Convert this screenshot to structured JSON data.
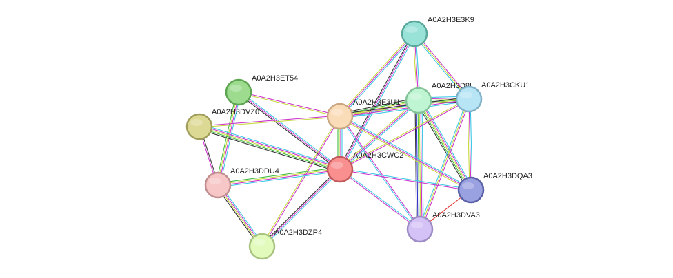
{
  "graph": {
    "nodes": [
      {
        "id": "A0A2H3E3K9",
        "label": "A0A2H3E3K9",
        "fill": "#99e2d8",
        "stroke": "#5aa79b"
      },
      {
        "id": "A0A2H3D8L",
        "label": "A0A2H3D8L",
        "fill": "#bff5d2",
        "stroke": "#84c39a"
      },
      {
        "id": "A0A2H3CKU1",
        "label": "A0A2H3CKU1",
        "fill": "#b7e5f6",
        "stroke": "#7fb0c6"
      },
      {
        "id": "A0A2H3ET54",
        "label": "A0A2H3ET54",
        "fill": "#9ddc8e",
        "stroke": "#5ea552"
      },
      {
        "id": "A0A2H3E3U1",
        "label": "A0A2H3E3U1",
        "fill": "#fbdcb9",
        "stroke": "#c9a680"
      },
      {
        "id": "A0A2H3DVZ0",
        "label": "A0A2H3DVZ0",
        "fill": "#dcd994",
        "stroke": "#a09d5a"
      },
      {
        "id": "A0A2H3CWC2",
        "label": "A0A2H3CWC2",
        "fill": "#f98f8f",
        "stroke": "#c15a5a"
      },
      {
        "id": "A0A2H3DDU4",
        "label": "A0A2H3DDU4",
        "fill": "#f7c6c6",
        "stroke": "#c08e8e"
      },
      {
        "id": "A0A2H3DQA3",
        "label": "A0A2H3DQA3",
        "fill": "#9aa1e0",
        "stroke": "#5a60a6"
      },
      {
        "id": "A0A2H3DVA3",
        "label": "A0A2H3DVA3",
        "fill": "#d4c2f6",
        "stroke": "#9d8cc4"
      },
      {
        "id": "A0A2H3DZP4",
        "label": "A0A2H3DZP4",
        "fill": "#e2fbbc",
        "stroke": "#a8c27f"
      }
    ],
    "edge_colors": {
      "cyan": "#3ec8e6",
      "magenta": "#cc33cc",
      "yellow": "#c8d83e",
      "green": "#44bb44",
      "blue": "#3333cc",
      "black": "#333333",
      "red": "#e03030"
    },
    "edges": [
      {
        "source": "A0A2H3E3K9",
        "target": "A0A2H3D8L",
        "types": [
          "cyan",
          "magenta",
          "yellow"
        ]
      },
      {
        "source": "A0A2H3E3K9",
        "target": "A0A2H3CKU1",
        "types": [
          "magenta",
          "yellow",
          "cyan"
        ]
      },
      {
        "source": "A0A2H3E3K9",
        "target": "A0A2H3E3U1",
        "types": [
          "cyan",
          "magenta",
          "yellow"
        ]
      },
      {
        "source": "A0A2H3E3K9",
        "target": "A0A2H3CWC2",
        "types": [
          "cyan",
          "magenta",
          "black"
        ]
      },
      {
        "source": "A0A2H3D8L",
        "target": "A0A2H3CKU1",
        "types": [
          "cyan",
          "magenta",
          "yellow",
          "green",
          "black"
        ]
      },
      {
        "source": "A0A2H3D8L",
        "target": "A0A2H3E3U1",
        "types": [
          "cyan",
          "magenta",
          "yellow",
          "green",
          "black"
        ]
      },
      {
        "source": "A0A2H3D8L",
        "target": "A0A2H3CWC2",
        "types": [
          "cyan",
          "magenta",
          "yellow"
        ]
      },
      {
        "source": "A0A2H3D8L",
        "target": "A0A2H3DQA3",
        "types": [
          "cyan",
          "magenta",
          "yellow",
          "green",
          "black"
        ]
      },
      {
        "source": "A0A2H3D8L",
        "target": "A0A2H3DVA3",
        "types": [
          "cyan",
          "magenta",
          "yellow",
          "green",
          "blue",
          "black"
        ]
      },
      {
        "source": "A0A2H3CKU1",
        "target": "A0A2H3E3U1",
        "types": [
          "cyan",
          "magenta",
          "yellow",
          "black"
        ]
      },
      {
        "source": "A0A2H3CKU1",
        "target": "A0A2H3CWC2",
        "types": [
          "magenta",
          "yellow"
        ]
      },
      {
        "source": "A0A2H3CKU1",
        "target": "A0A2H3DQA3",
        "types": [
          "cyan",
          "magenta",
          "yellow"
        ]
      },
      {
        "source": "A0A2H3CKU1",
        "target": "A0A2H3DVA3",
        "types": [
          "magenta",
          "yellow",
          "cyan"
        ]
      },
      {
        "source": "A0A2H3ET54",
        "target": "A0A2H3E3U1",
        "types": [
          "magenta",
          "yellow"
        ]
      },
      {
        "source": "A0A2H3ET54",
        "target": "A0A2H3CWC2",
        "types": [
          "cyan",
          "magenta",
          "black"
        ]
      },
      {
        "source": "A0A2H3ET54",
        "target": "A0A2H3DDU4",
        "types": [
          "cyan",
          "magenta",
          "yellow",
          "green"
        ]
      },
      {
        "source": "A0A2H3DVZ0",
        "target": "A0A2H3E3U1",
        "types": [
          "magenta",
          "yellow"
        ]
      },
      {
        "source": "A0A2H3DVZ0",
        "target": "A0A2H3CWC2",
        "types": [
          "cyan",
          "magenta",
          "yellow",
          "green",
          "black"
        ]
      },
      {
        "source": "A0A2H3DVZ0",
        "target": "A0A2H3DDU4",
        "types": [
          "black",
          "magenta"
        ]
      },
      {
        "source": "A0A2H3E3U1",
        "target": "A0A2H3CWC2",
        "types": [
          "cyan",
          "magenta",
          "yellow",
          "green"
        ]
      },
      {
        "source": "A0A2H3E3U1",
        "target": "A0A2H3DQA3",
        "types": [
          "cyan",
          "magenta",
          "yellow"
        ]
      },
      {
        "source": "A0A2H3E3U1",
        "target": "A0A2H3DVA3",
        "types": [
          "magenta",
          "cyan"
        ]
      },
      {
        "source": "A0A2H3E3U1",
        "target": "A0A2H3DZP4",
        "types": [
          "magenta",
          "yellow"
        ]
      },
      {
        "source": "A0A2H3CWC2",
        "target": "A0A2H3DDU4",
        "types": [
          "cyan",
          "magenta",
          "yellow",
          "green"
        ]
      },
      {
        "source": "A0A2H3CWC2",
        "target": "A0A2H3DQA3",
        "types": [
          "cyan",
          "magenta"
        ]
      },
      {
        "source": "A0A2H3CWC2",
        "target": "A0A2H3DVA3",
        "types": [
          "cyan",
          "magenta"
        ]
      },
      {
        "source": "A0A2H3CWC2",
        "target": "A0A2H3DZP4",
        "types": [
          "cyan",
          "magenta",
          "black"
        ]
      },
      {
        "source": "A0A2H3DDU4",
        "target": "A0A2H3DZP4",
        "types": [
          "cyan",
          "magenta",
          "yellow",
          "black"
        ]
      },
      {
        "source": "A0A2H3DQA3",
        "target": "A0A2H3DVA3",
        "types": [
          "red"
        ]
      }
    ]
  }
}
